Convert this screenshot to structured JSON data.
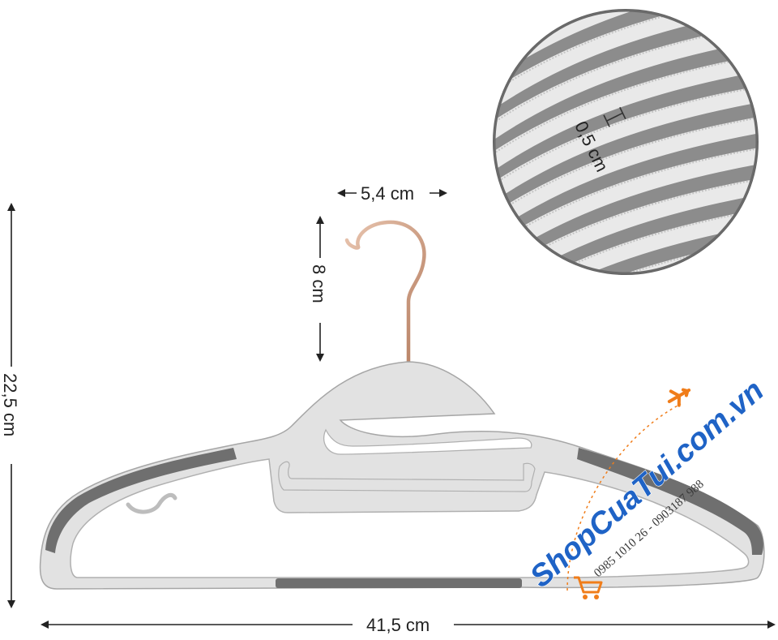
{
  "dimensions": {
    "hook_width": "5,4 cm",
    "hook_height": "8 cm",
    "total_height": "22,5 cm",
    "total_width": "41,5 cm",
    "groove_depth": "0,5 cm"
  },
  "watermark": {
    "brand": "ShopCuaTui.com.vn",
    "phone": "0985 1010 26 - 0903187 988"
  },
  "colors": {
    "hanger_body": "#e2e2e2",
    "hanger_outline": "#a9a9a9",
    "grip_strip": "#6f6f6f",
    "hook": "#c99a80",
    "watermark_blue": "#1f63c6",
    "watermark_orange": "#f07d1a"
  }
}
